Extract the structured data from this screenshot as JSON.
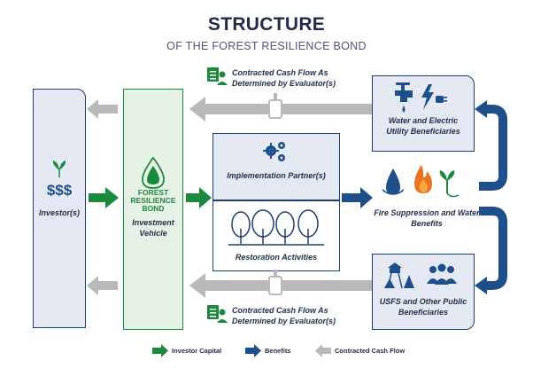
{
  "title": "STRUCTURE",
  "subtitle": "OF THE FOREST RESILIENCE BOND",
  "nodes": {
    "investors": "Investor(s)",
    "frb_logo": "FOREST RESILIENCE BOND",
    "frb_label": "Investment Vehicle",
    "implementation": "Implementation Partner(s)",
    "restoration": "Restoration Activities",
    "water_utility": "Water and Electric Utility Beneficiaries",
    "fire_water": "Fire Suppression and Water Benefits",
    "usfs": "USFS and Other Public Beneficiaries"
  },
  "flows": {
    "contracted_top": "Contracted Cash Flow As Determined by Evaluator(s)",
    "contracted_bottom": "Contracted Cash Flow As Determined by Evaluator(s)"
  },
  "legend": [
    {
      "label": "Investor Capital",
      "color": "#1c8a3e"
    },
    {
      "label": "Benefits",
      "color": "#1f4f8a"
    },
    {
      "label": "Contracted Cash Flow",
      "color": "#b9b9b9"
    }
  ],
  "colors": {
    "navy": "#1f3d70",
    "green": "#1c8a3e",
    "gray": "#b9b9b9",
    "light_blue": "#e4e9f3"
  },
  "icons": [
    "dollar-plant-icon",
    "frb-drop-logo-icon",
    "gears-icon",
    "trees-icon",
    "faucet-icon",
    "lightning-plug-icon",
    "water-drop-icon",
    "flame-icon",
    "plant-plug-icon",
    "watchtower-icon",
    "people-icon",
    "checklist-person-icon"
  ]
}
